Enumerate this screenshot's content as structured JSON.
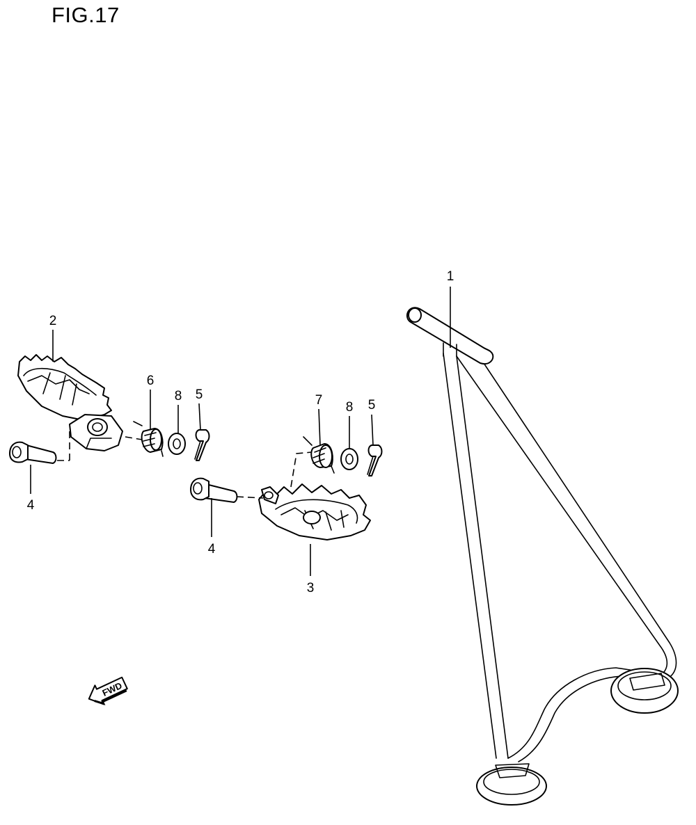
{
  "figure": {
    "title": "FIG.17"
  },
  "callouts": [
    "1",
    "2",
    "3",
    "4",
    "4",
    "5",
    "5",
    "6",
    "7",
    "8",
    "8"
  ],
  "fwd_arrow": {
    "label": "FWD",
    "icon": "fwd-arrow-icon"
  }
}
